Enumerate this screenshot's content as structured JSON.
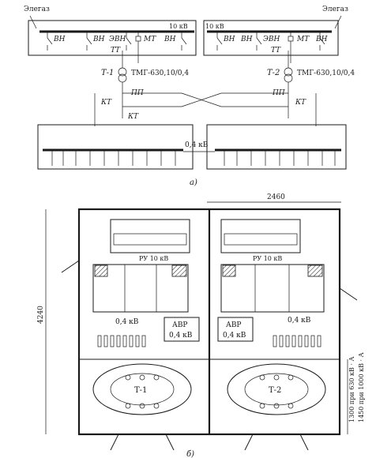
{
  "scheme_a": {
    "elegaz_left": "Элегаз",
    "elegaz_right": "Элегаз",
    "hv_bus_left": "10 кВ",
    "hv_bus_right": "10 кВ",
    "left_cell_labels": [
      "ВН",
      "ВН",
      "ЭВН",
      "МТ",
      "ВН"
    ],
    "right_cell_labels": [
      "ВН",
      "ЭВН",
      "ВН",
      "МТ",
      "ВН"
    ],
    "tt_left": "ТТ",
    "tt_right": "ТТ",
    "t1": "Т-1",
    "t2": "Т-2",
    "transformer_type_1": "ТМГ-630,10/0,4",
    "transformer_type_2": "ТМГ-630,10/0,4",
    "ppt_left": "ПП",
    "ppt_right": "ПП",
    "kt_left_1": "КТ",
    "kt_left_2": "КТ",
    "kt_right": "КТ",
    "lv_bus": "0,4 кВ",
    "caption": "а)"
  },
  "plan": {
    "width_dim": "2460",
    "height_dim": "4240",
    "side_dim_1": "1300 при 630 кВ · А",
    "side_dim_2": "1450 при 1000 кВ · А",
    "ru_left": "РУ 10 кВ",
    "ru_right": "РУ 10 кВ",
    "lv_left": "0,4 кВ",
    "lv_right": "0,4 кВ",
    "avr_left_title": "АВР",
    "avr_left_sub": "0,4 кВ",
    "avr_right_title": "АВР",
    "avr_right_sub": "0,4 кВ",
    "t1": "Т-1",
    "t2": "Т-2",
    "caption": "б)"
  }
}
